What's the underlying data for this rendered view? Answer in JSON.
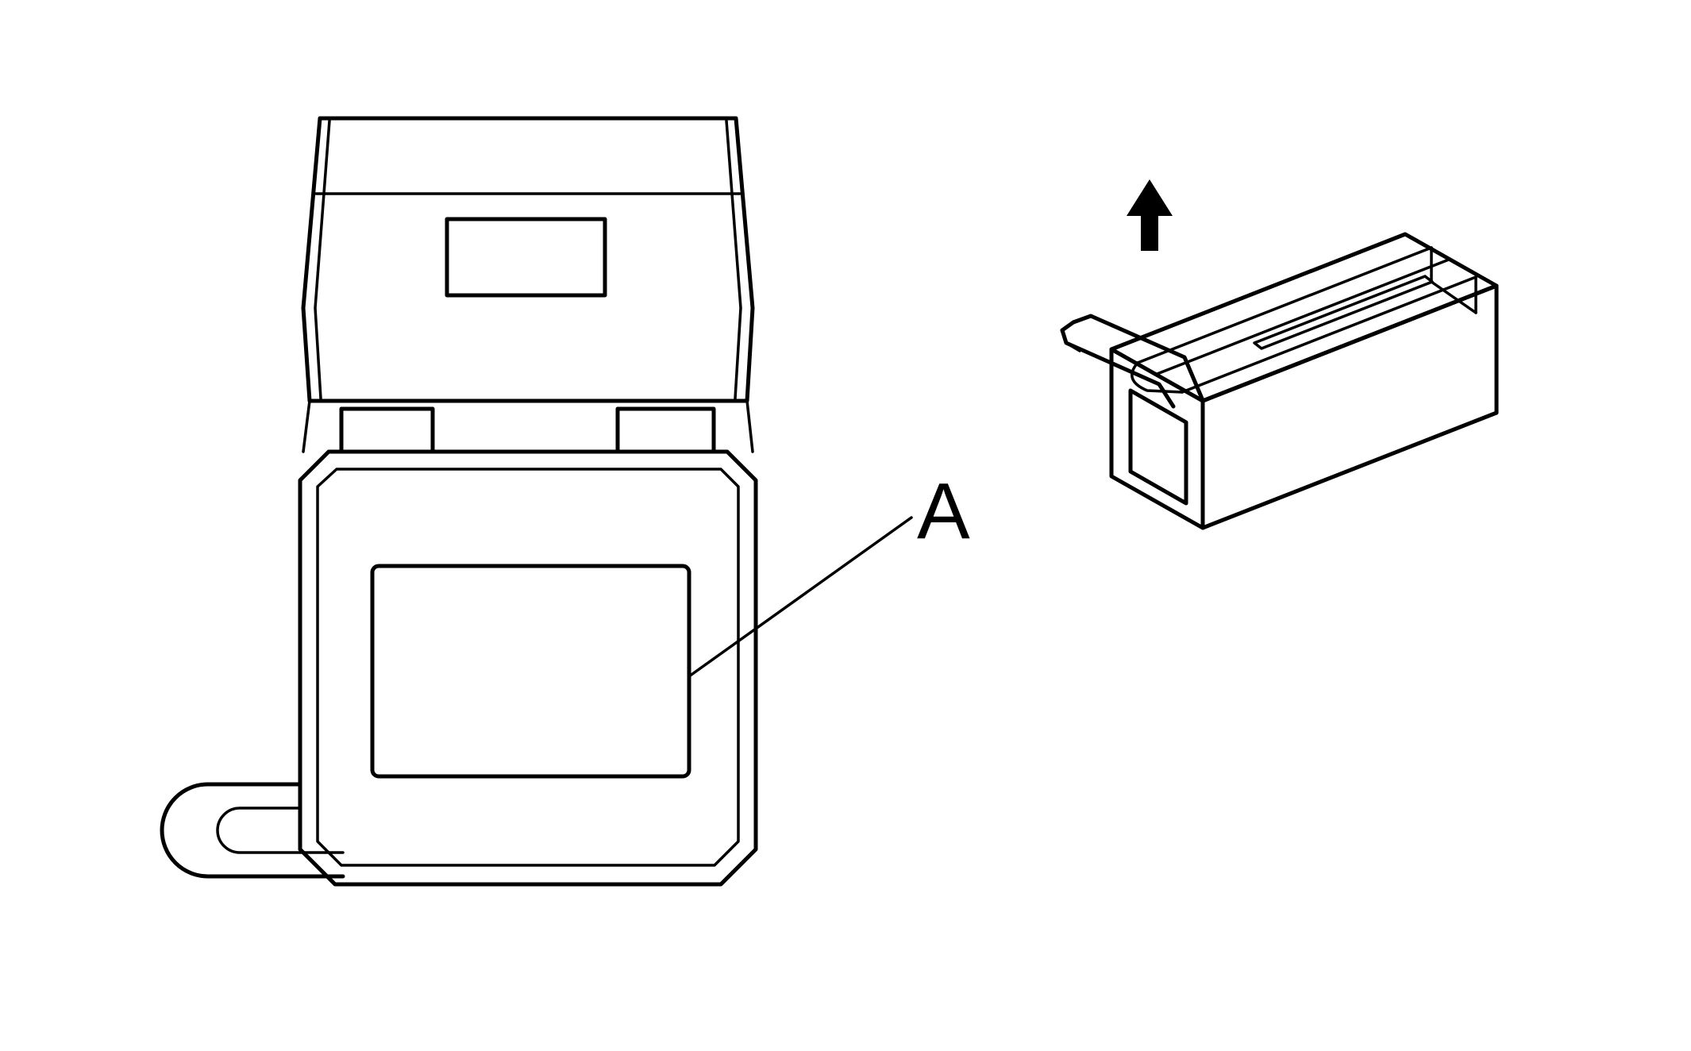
{
  "colors": {
    "background": "#ffffff",
    "ink": "#000000"
  },
  "labels": {
    "part_a": "A"
  },
  "icons": {
    "direction_arrow": "up-arrow-icon"
  },
  "figures": {
    "left": "connector-front-view",
    "right": "retainer-isometric-view"
  }
}
